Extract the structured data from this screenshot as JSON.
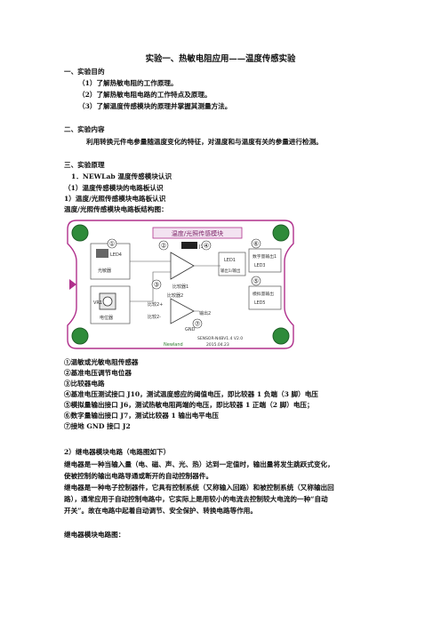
{
  "doc": {
    "title": "实验一、热敏电阻应用——温度传感实验",
    "s1_heading": "一、实验目的",
    "s1_items": [
      "（1）了解热敏电阻的工作原理。",
      "（2）了解热敏电阻电路的工作特点及原理。",
      "（3）了解温度传感模块的原理并掌握其测量方法。"
    ],
    "s2_heading": "二、实验内容",
    "s2_text": "利用转换元件电参量随温度变化的特征，对温度和与温度有关的参量进行检测。",
    "s3_heading": "三、实验原理",
    "s3_sub1": "1．NEWLab 温度传感模块认识",
    "s3_sub2": "（1）温度传感模块的电路板认识",
    "s3_sub3": "1）温度/光照传感模块电路板认识",
    "s3_sub4": "温度/光照传感模块电路板结构图：",
    "legend": [
      "①温敏或光敏电阻传感器",
      "②基准电压调节电位器",
      "③比较器电路",
      "④基准电压测试接口 J10，测试温度感应的阈值电压，即比较器 1 负端（3 脚）电压",
      "⑤模拟量输出接口 J6，测试热敏电阻两端的电压，即比较器 1 正端（2 脚）电压；",
      "⑥数字量输出接口 J7，测试比较器 1 输出电平电压",
      "⑦接地 GND 接口 J2"
    ],
    "relay_heading": "2）继电器模块电路（电路图如下）",
    "relay_lines": [
      "继电器是一种当输入量（电、磁、声、光、热）达到一定值时，输出量将发生跳跃式变化，",
      "使被控制的输出电路导通或断开的自动控制器件。",
      "继电器是一种电子控制器件，它具有控制系统（又称输入回路）和被控制系统（又称输出回",
      "路），通常应用于自动控制电路中，它实际上是用较小的电流去控制较大电流的一种“自动",
      "开关”。故在电路中起着自动调节、安全保护、转换电路等作用。"
    ],
    "relay_diagram_label": "继电器模块电路图："
  },
  "board": {
    "title": "温度/光照传感模块",
    "labels": {
      "j1": "J1",
      "comp1": "比较器1",
      "comp2": "比较器2",
      "led1": "LED1",
      "out_div": "输出1/输出",
      "digital": "数字量输出1",
      "led4": "LED4",
      "analog": "模拟量输出",
      "vr": "VR1",
      "pot": "电位器",
      "sensor": "光敏器",
      "cmp2plus": "比较2+",
      "cmp2minus": "比较2-",
      "gnd": "GND",
      "out2": "输出2",
      "model": "SENSOR-N4BV1.4 V2.0",
      "date": "2015.04.23",
      "brand": "Newland",
      "j10": "J10",
      "ledx": "LED5",
      "led3": "LED3"
    },
    "markers": [
      "①",
      "②",
      "③",
      "④",
      "⑤",
      "⑥",
      "⑦"
    ],
    "colors": {
      "outline": "#b0308c",
      "accent": "#2c7a2c",
      "board": "#ffffff"
    }
  }
}
